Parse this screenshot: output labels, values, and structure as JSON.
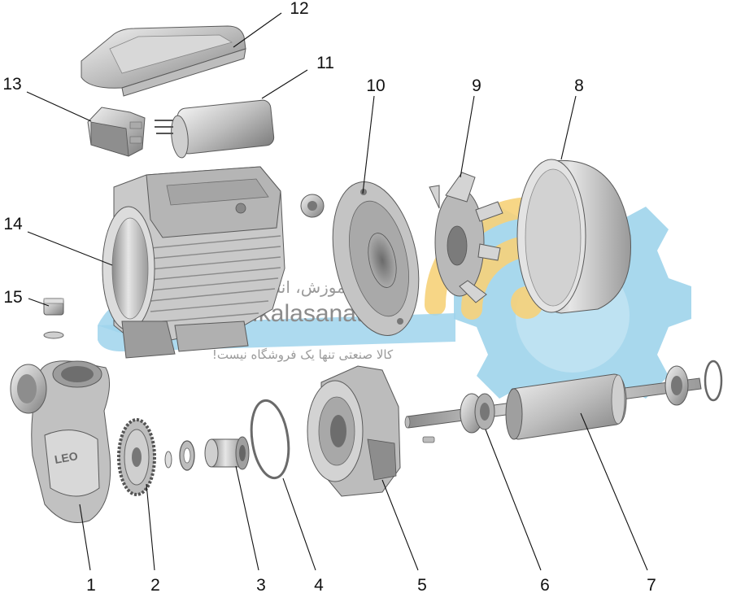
{
  "diagram": {
    "labels": [
      {
        "id": "1",
        "text": "1"
      },
      {
        "id": "2",
        "text": "2"
      },
      {
        "id": "3",
        "text": "3"
      },
      {
        "id": "4",
        "text": "4"
      },
      {
        "id": "5",
        "text": "5"
      },
      {
        "id": "6",
        "text": "6"
      },
      {
        "id": "7",
        "text": "7"
      },
      {
        "id": "8",
        "text": "8"
      },
      {
        "id": "9",
        "text": "9"
      },
      {
        "id": "10",
        "text": "10"
      },
      {
        "id": "11",
        "text": "11"
      },
      {
        "id": "12",
        "text": "12"
      },
      {
        "id": "13",
        "text": "13"
      },
      {
        "id": "14",
        "text": "14"
      },
      {
        "id": "15",
        "text": "15"
      }
    ]
  },
  "watermark": {
    "tagline": "آموزش، انتخاب، خرید",
    "url": "www.kalasanati.ir",
    "slogan": "کالا صنعتی تنها یک فروشگاه نیست!",
    "colors": {
      "blue": "#9fd4ec",
      "yellow": "#f7d27a"
    }
  },
  "casing_logo": "LEO"
}
